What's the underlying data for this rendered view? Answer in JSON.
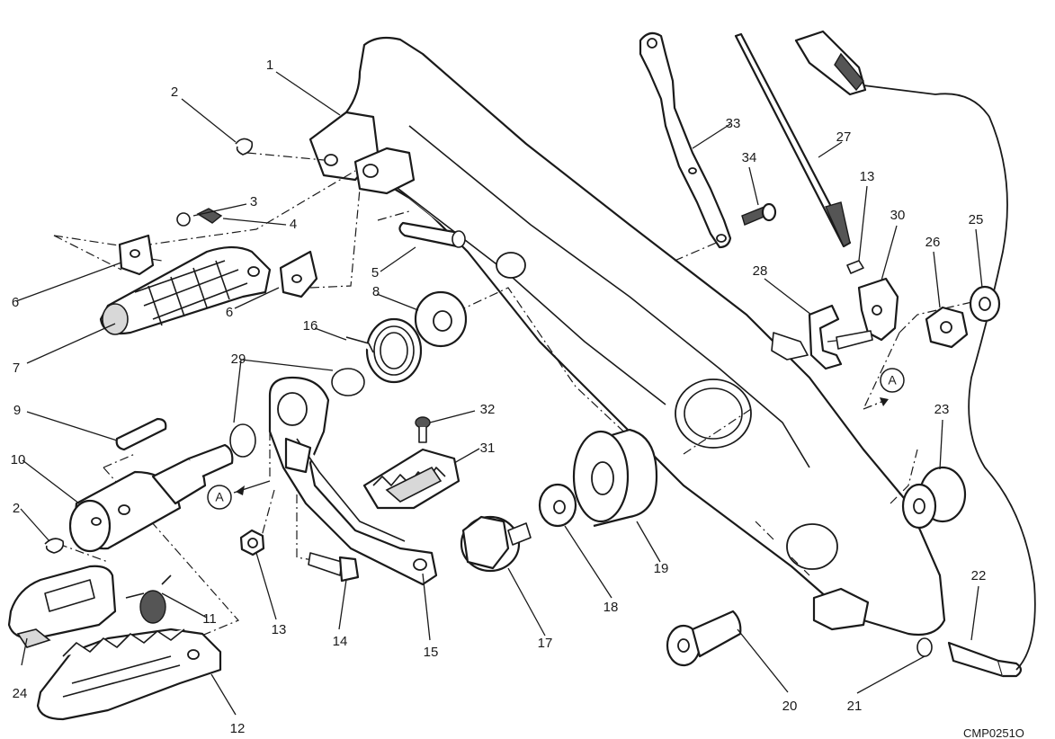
{
  "diagram": {
    "callouts": [
      "1",
      "2",
      "3",
      "4",
      "5",
      "6",
      "7",
      "6",
      "8",
      "16",
      "29",
      "9",
      "10",
      "2",
      "11",
      "24",
      "12",
      "13",
      "14",
      "15",
      "32",
      "31",
      "17",
      "18",
      "19",
      "20",
      "21",
      "22",
      "23",
      "33",
      "34",
      "27",
      "13",
      "30",
      "28",
      "26",
      "25"
    ],
    "reference_letter": "A",
    "drawing_code": "CMP0251O"
  }
}
